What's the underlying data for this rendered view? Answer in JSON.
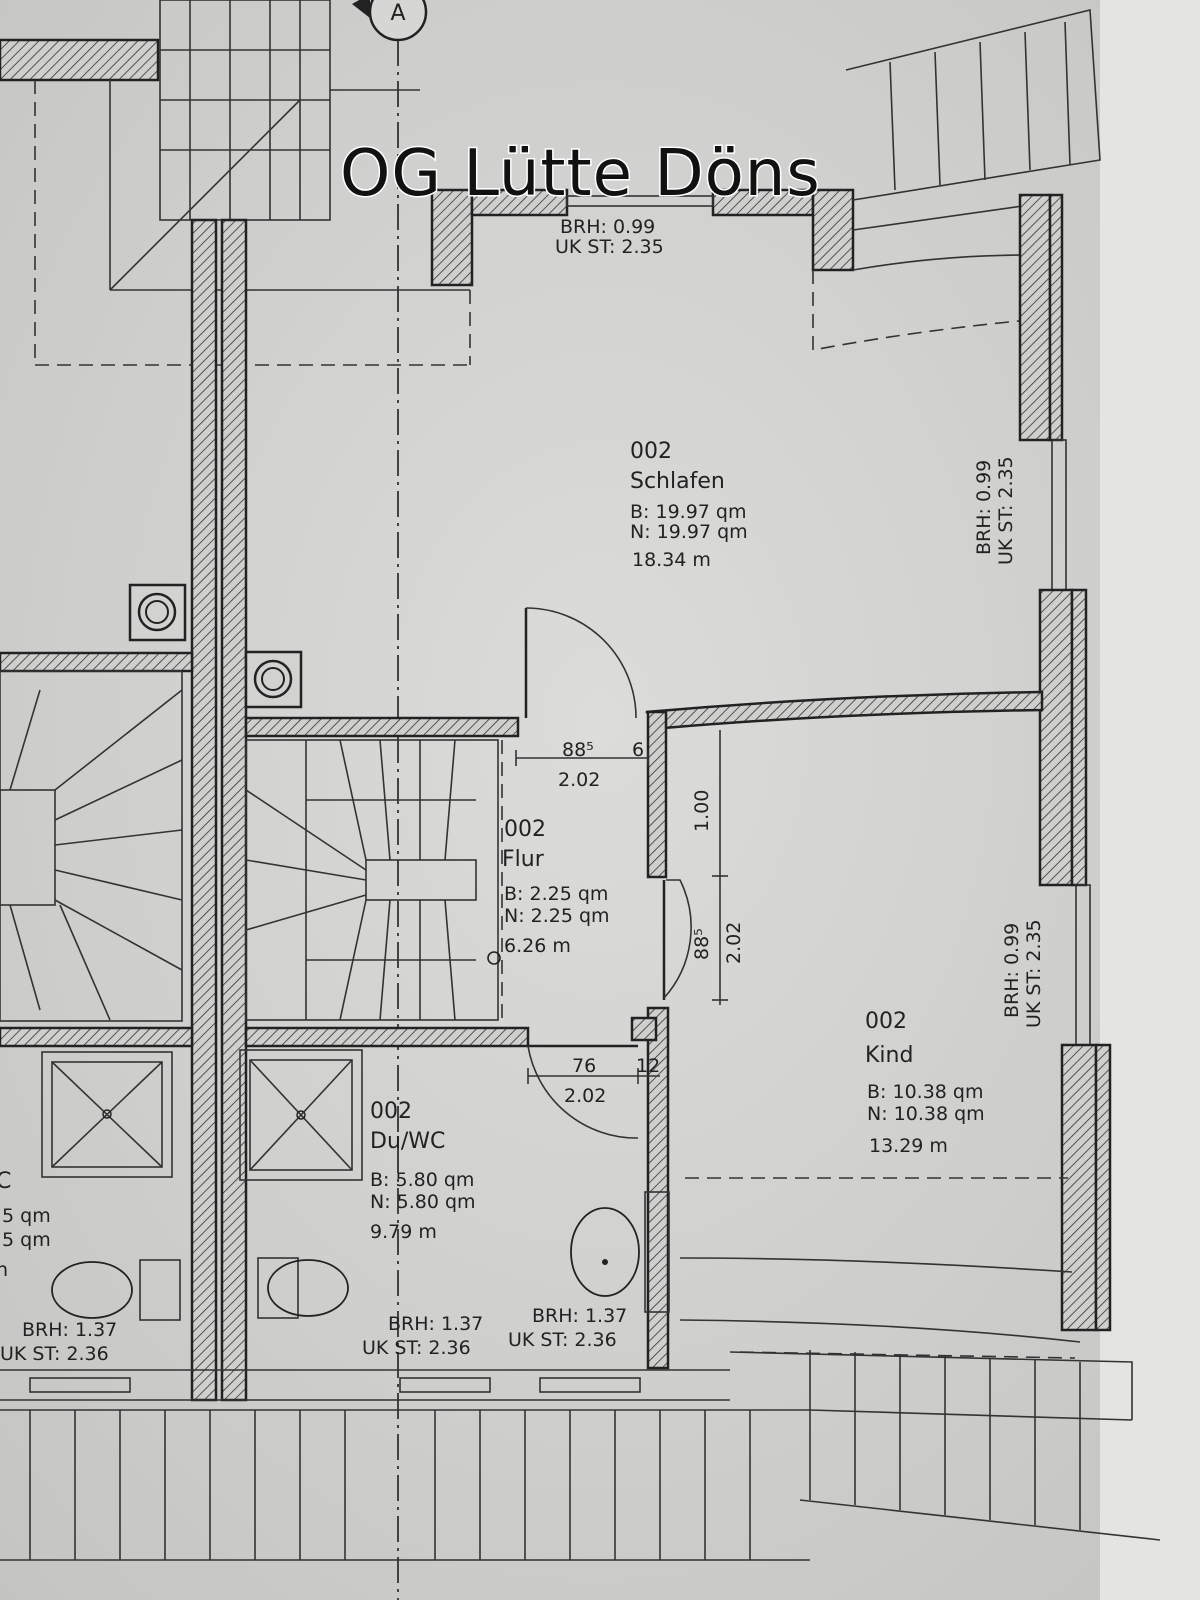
{
  "title": "OG Lütte Döns",
  "axis_marker": "A",
  "rooms": {
    "schlafen": {
      "number": "002",
      "name": "Schlafen",
      "b": "B: 19.97 qm",
      "n": "N: 19.97 qm",
      "u": "18.34 m"
    },
    "flur": {
      "number": "002",
      "name": "Flur",
      "b": "B: 2.25 qm",
      "n": "N: 2.25 qm",
      "u": "6.26 m"
    },
    "kind": {
      "number": "002",
      "name": "Kind",
      "b": "B: 10.38 qm",
      "n": "N: 10.38 qm",
      "u": "13.29 m"
    },
    "duwc": {
      "number": "002",
      "name": "Du/WC",
      "b": "B: 5.80 qm",
      "n": "N: 5.80 qm",
      "u": "9.79 m"
    },
    "neighbor_wc": {
      "name_fragment": "C",
      "b_fragment": "5 qm",
      "n_fragment": "5 qm",
      "u_fragment": "n"
    }
  },
  "windows": {
    "top": {
      "brh": "BRH: 0.99",
      "uk": "UK ST: 2.35"
    },
    "right_upper": {
      "brh": "BRH: 0.99",
      "uk": "UK ST: 2.35"
    },
    "right_lower": {
      "brh": "BRH: 0.99",
      "uk": "UK ST: 2.35"
    },
    "bottom_left": {
      "brh": "BRH: 1.37",
      "uk": "UK ST: 2.36"
    },
    "bottom_mid": {
      "brh": "BRH: 1.37",
      "uk": "UK ST: 2.36"
    },
    "bottom_right": {
      "brh": "BRH: 1.37",
      "uk": "UK ST: 2.36"
    }
  },
  "dimensions": {
    "schlafen_door_width": "88⁵",
    "schlafen_door_height": "2.02",
    "schlafen_door_side": "6",
    "kind_offset": "1.00",
    "kind_door_width": "88⁵",
    "kind_door_height": "2.02",
    "bath_door_width": "76",
    "bath_door_height": "2.02",
    "bath_door_side": "12"
  }
}
